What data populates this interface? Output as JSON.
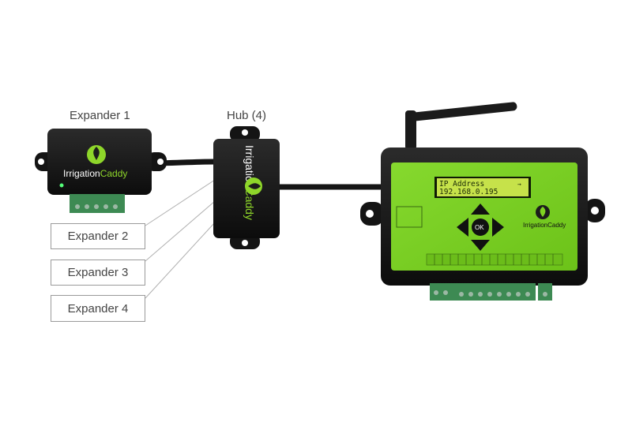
{
  "labels": {
    "expander1": "Expander 1",
    "hub": "Hub (4)",
    "expander2": "Expander 2",
    "expander3": "Expander 3",
    "expander4": "Expander 4"
  },
  "brand": {
    "part1": "Irrigation",
    "part2": "Caddy"
  },
  "lcd": {
    "line1": "IP Address",
    "arrow": "→",
    "line2": "192.168.0.195"
  },
  "keypad": {
    "ok": "OK"
  },
  "colors": {
    "board_green": "#7ed321",
    "case_black": "#161616",
    "brand_green": "#8ed62a",
    "lcd_bg": "#c6e24a",
    "terminal_green": "#3f8f55"
  }
}
